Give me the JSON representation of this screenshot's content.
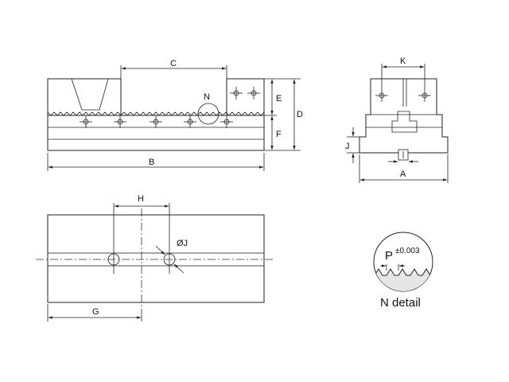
{
  "diagram": {
    "labels": {
      "C": "C",
      "B": "B",
      "D": "D",
      "E": "E",
      "F": "F",
      "N": "N",
      "K": "K",
      "J_side": "J",
      "A": "A",
      "H": "H",
      "G": "G",
      "hole_dia": "ØJ",
      "pitch": "P",
      "tolerance": "±0.003",
      "detail_caption": "N detail"
    },
    "colors": {
      "body_fill": "#e6e6e6",
      "line": "#222222"
    }
  }
}
